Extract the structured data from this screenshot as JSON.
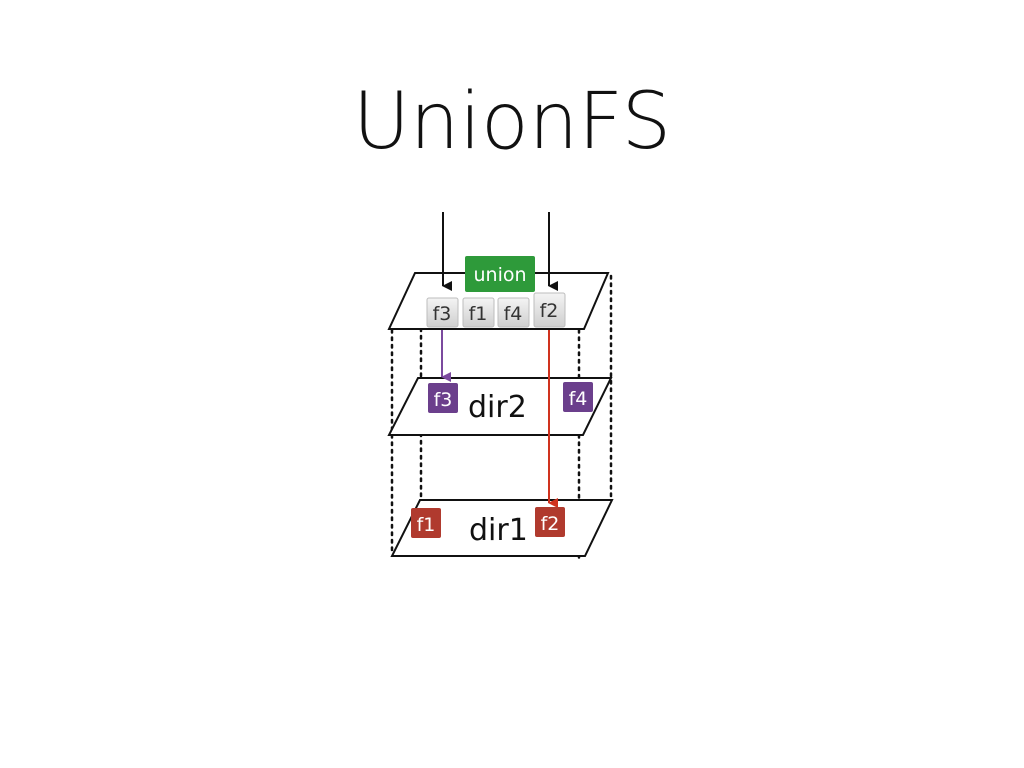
{
  "title": "UnionFS",
  "union_label": "union",
  "layers": {
    "union": {
      "files": [
        "f3",
        "f1",
        "f4",
        "f2"
      ]
    },
    "dir2": {
      "label": "dir2",
      "files": [
        "f3",
        "f4"
      ]
    },
    "dir1": {
      "label": "dir1",
      "files": [
        "f1",
        "f2"
      ]
    }
  },
  "colors": {
    "union_badge": "#2e9a3a",
    "dir2_file": "#6b3f8c",
    "dir1_file": "#b03a2e",
    "union_file": "#e6e6e6",
    "arrow_dir2": "#7b4a9e",
    "arrow_dir1": "#d0321e",
    "stroke": "#111111"
  }
}
